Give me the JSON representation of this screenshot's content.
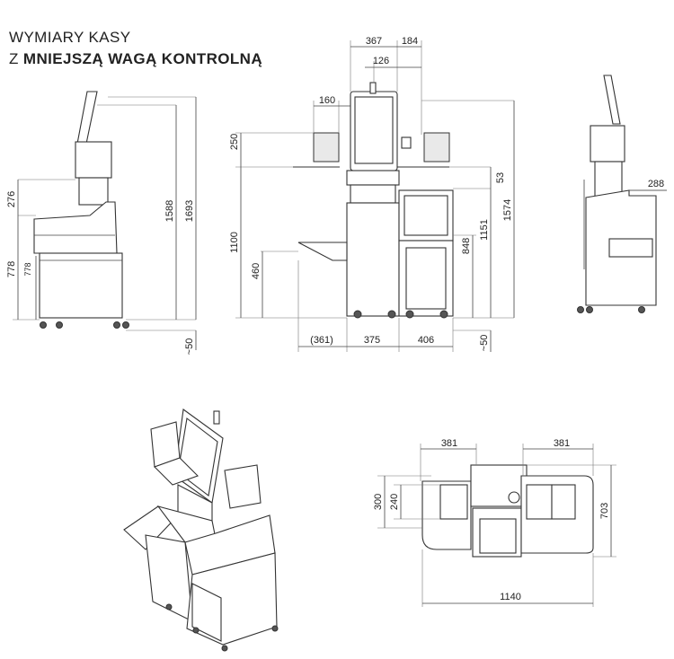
{
  "title": {
    "line1": "WYMIARY KASY",
    "line2_prefix": "Z ",
    "line2_bold": "MNIEJSZĄ WAGĄ KONTROLNĄ"
  },
  "dimensions": {
    "side_left": {
      "d276": "276",
      "d778a": "778",
      "d778b": "778",
      "d1588": "1588",
      "d1693": "1693",
      "d50": "~50"
    },
    "front": {
      "d367": "367",
      "d184": "184",
      "d126": "126",
      "d160": "160",
      "d250": "250",
      "d53": "53",
      "d1100": "1100",
      "d460": "460",
      "d848": "848",
      "d1151": "1151",
      "d1574": "1574",
      "d361": "(361)",
      "d375": "375",
      "d406": "406",
      "d50": "~50"
    },
    "side_right": {
      "d288": "288"
    },
    "top": {
      "d381a": "381",
      "d381b": "381",
      "d300": "300",
      "d240": "240",
      "d703": "703",
      "d1140": "1140"
    }
  }
}
